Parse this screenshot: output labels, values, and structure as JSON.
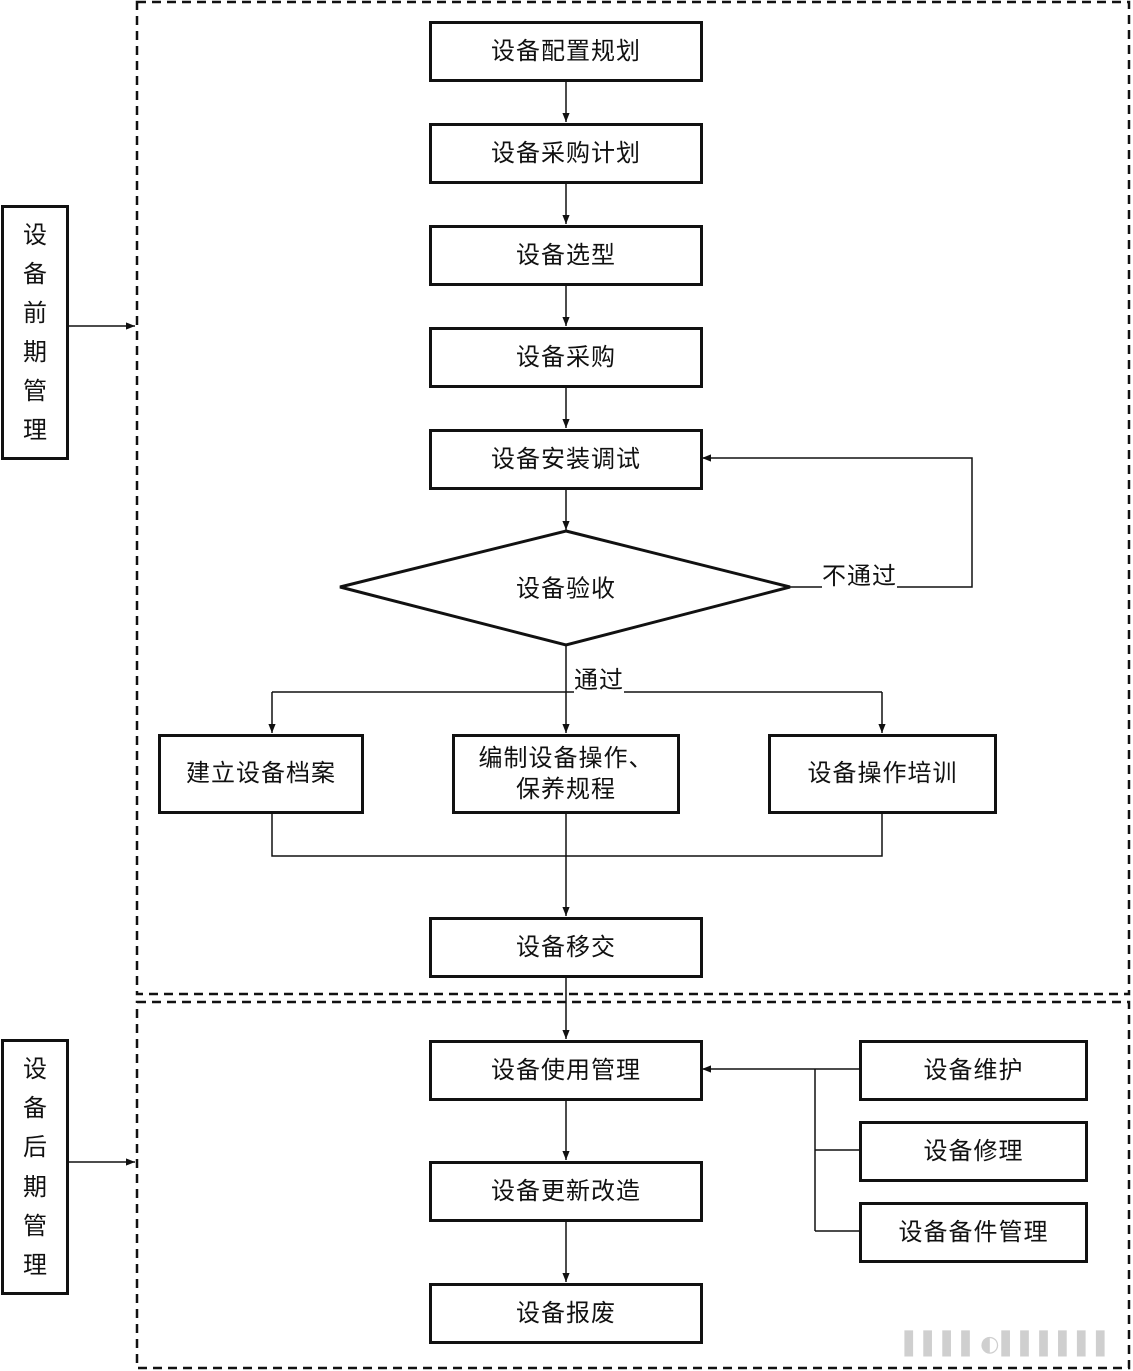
{
  "phases": {
    "early": {
      "chars": [
        "设",
        "备",
        "前",
        "期",
        "管",
        "理"
      ]
    },
    "late": {
      "chars": [
        "设",
        "备",
        "后",
        "期",
        "管",
        "理"
      ]
    }
  },
  "nodes": {
    "config_planning": "设备配置规划",
    "purchase_plan": "设备采购计划",
    "selection": "设备选型",
    "purchase": "设备采购",
    "install_debug": "设备安装调试",
    "acceptance": "设备验收",
    "archive": "建立设备档案",
    "procedures_line1": "编制设备操作、",
    "procedures_line2": "保养规程",
    "training": "设备操作培训",
    "handover": "设备移交",
    "usage_mgmt": "设备使用管理",
    "renovation": "设备更新改造",
    "scrap": "设备报废",
    "maintenance": "设备维护",
    "repair": "设备修理",
    "spare_parts": "设备备件管理"
  },
  "edge_labels": {
    "fail": "不通过",
    "pass": "通过"
  },
  "watermark": "▌▌▌▌◐▌▌▌▌▌▌"
}
